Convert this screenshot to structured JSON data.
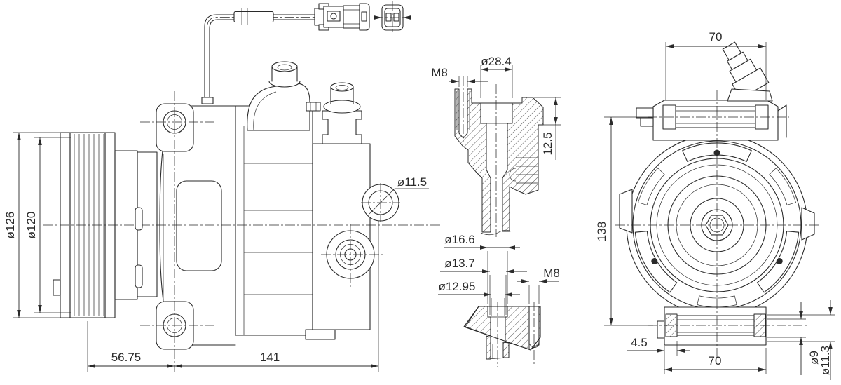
{
  "drawing_type": "compressor-technical-drawing",
  "colors": {
    "background": "#ffffff",
    "line": "#2a2a2a"
  },
  "dims": {
    "side": {
      "pulley_od": "ø126",
      "pulley_pd": "ø120",
      "hub_len": "56.75",
      "body_len": "141",
      "boss_dia": "ø11.5"
    },
    "port_top": {
      "bore": "ø28.4",
      "thread": "M8",
      "depth": "12.5"
    },
    "port_bottom": {
      "counterbore": "ø16.6",
      "bore_mid": "ø13.7",
      "bore_small": "ø12.95",
      "thread": "M8"
    },
    "front": {
      "mount_width_top": "70",
      "mount_height": "138",
      "bushing_offset": "4.5",
      "mount_width_bottom": "70",
      "pin_id": "ø9",
      "pin_od": "ø11.3"
    }
  }
}
